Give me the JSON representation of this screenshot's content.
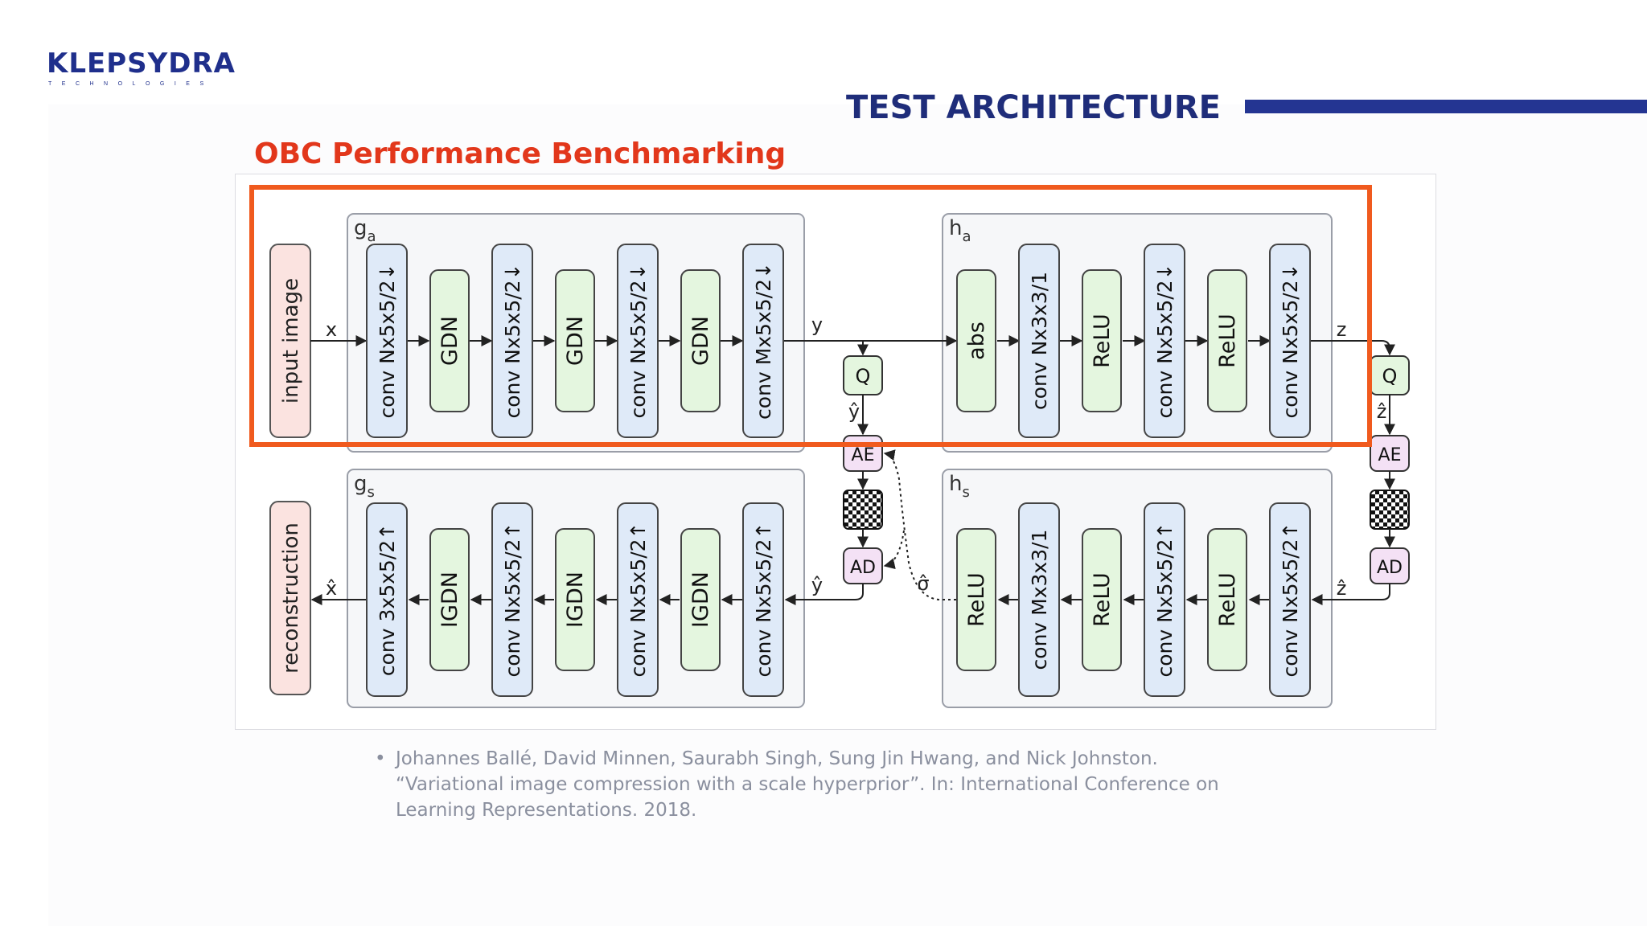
{
  "logo": {
    "text": "KLEPSYDRA",
    "subtext": "TECHNOLOGIES"
  },
  "header": {
    "title": "TEST ARCHITECTURE",
    "subtitle": "OBC Performance Benchmarking"
  },
  "colors": {
    "brand_navy": "#1f2d7a",
    "accent_orange": "#f05a1e",
    "subtitle_red": "#e2371b"
  },
  "diagram": {
    "groups": {
      "ga": "g",
      "ga_sub": "a",
      "gs": "g",
      "gs_sub": "s",
      "ha": "h",
      "ha_sub": "a",
      "hs": "h",
      "hs_sub": "s"
    },
    "io": {
      "input": "input image",
      "output": "reconstruction"
    },
    "ga_blocks": [
      "conv Nx5x5/2↓",
      "GDN",
      "conv Nx5x5/2↓",
      "GDN",
      "conv Nx5x5/2↓",
      "GDN",
      "conv Mx5x5/2↓"
    ],
    "gs_blocks": [
      "conv 3x5x5/2↑",
      "IGDN",
      "conv Nx5x5/2↑",
      "IGDN",
      "conv Nx5x5/2↑",
      "IGDN",
      "conv Nx5x5/2↑"
    ],
    "ha_blocks": [
      "abs",
      "conv Nx3x3/1",
      "ReLU",
      "conv Nx5x5/2↓",
      "ReLU",
      "conv Nx5x5/2↓"
    ],
    "hs_blocks": [
      "ReLU",
      "conv Mx3x3/1",
      "ReLU",
      "conv Nx5x5/2↑",
      "ReLU",
      "conv Nx5x5/2↑"
    ],
    "ops": {
      "q": "Q",
      "ae": "AE",
      "ad": "AD"
    },
    "signals": {
      "x": "x",
      "y": "y",
      "z": "z",
      "y_hat": "ŷ",
      "z_hat": "ẑ",
      "x_hat": "x̂",
      "sigma_hat": "σ̂"
    }
  },
  "citation": {
    "bullet": "•",
    "lines": [
      "Johannes Ballé, David Minnen, Saurabh Singh, Sung Jin Hwang, and Nick Johnston.",
      "“Variational image compression with a scale hyperprior”. In: International Conference on",
      "Learning Representations. 2018."
    ]
  }
}
